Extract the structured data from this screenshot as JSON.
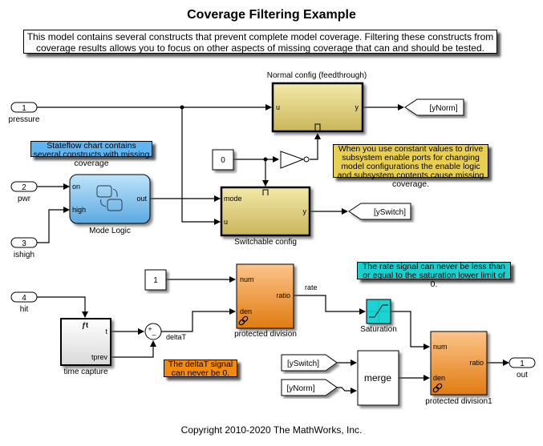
{
  "title": "Coverage Filtering Example",
  "description": "This model contains several constructs that prevent complete model coverage. Filtering these constructs from coverage results allows you to focus on other aspects of missing coverage that can and should be tested.",
  "annotations": {
    "stateflow_note": "Stateflow chart contains several constructs with missing coverage",
    "enable_note": "When you use constant values to drive subsystem enable ports for changing model configurations the enable logic and subsystem contents cause missing coverage.",
    "deltaT_note": "The deltaT signal can never be 0.",
    "rate_note": "The rate signal can never be less than or equal to the saturation lower limit of 0."
  },
  "inports": [
    {
      "number": "1",
      "name": "pressure"
    },
    {
      "number": "2",
      "name": "pwr"
    },
    {
      "number": "3",
      "name": "ishigh"
    },
    {
      "number": "4",
      "name": "hit"
    }
  ],
  "outports": [
    {
      "number": "1",
      "name": "out"
    }
  ],
  "blocks": {
    "normal_config": {
      "name": "Normal config (feedthrough)",
      "in": "u",
      "out": "y"
    },
    "switchable_config": {
      "name": "Switchable config",
      "in1": "mode",
      "in2": "u",
      "out": "y"
    },
    "mode_logic": {
      "name": "Mode Logic",
      "in1": "on",
      "in2": "high",
      "out": "out"
    },
    "constant_zero": {
      "value": "0"
    },
    "constant_one": {
      "value": "1"
    },
    "time_capture": {
      "name": "time capture",
      "out1": "t",
      "out2": "tprev"
    },
    "protected_division": {
      "name": "protected division",
      "in1": "num",
      "in2": "den",
      "out": "ratio"
    },
    "protected_division1": {
      "name": "protected division1",
      "in1": "num",
      "in2": "den",
      "out": "ratio"
    },
    "saturation": {
      "name": "Saturation"
    },
    "merge": {
      "name": "merge"
    }
  },
  "goto_tags": {
    "yNorm": "[yNorm]",
    "ySwitch": "[ySwitch]"
  },
  "from_tags": {
    "ySwitch": "[ySwitch]",
    "yNorm": "[yNorm]"
  },
  "signal_labels": {
    "deltaT": "deltaT",
    "rate": "rate"
  },
  "colors": {
    "stateflow_note": "#5fb4f2",
    "enable_note": "#e9cf4f",
    "deltaT_note": "#f28a10",
    "rate_note": "#1ccfcf",
    "subsystem_yellow_top": "#f3e9a8",
    "subsystem_yellow_bottom": "#c9b55a",
    "division_top": "#fcc48a",
    "division_bottom": "#e07b12",
    "saturation": "#1fd3d3",
    "chart_top": "#bfe3fb",
    "chart_bottom": "#5aa9e0"
  },
  "copyright": "Copyright 2010-2020 The MathWorks, Inc."
}
